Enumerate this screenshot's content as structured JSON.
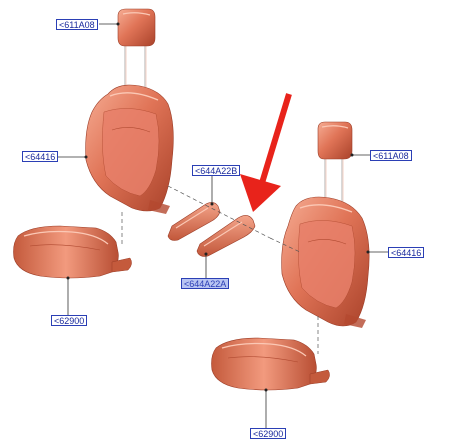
{
  "callouts": [
    {
      "id": "headrest-left",
      "text": "<611A08",
      "highlighted": false
    },
    {
      "id": "backrest-left",
      "text": "<64416",
      "highlighted": false
    },
    {
      "id": "cushion-left",
      "text": "<62900",
      "highlighted": false
    },
    {
      "id": "armrest-b",
      "text": "<644A22B",
      "highlighted": false
    },
    {
      "id": "armrest-a",
      "text": "<644A22A",
      "highlighted": true
    },
    {
      "id": "headrest-right",
      "text": "<611A08",
      "highlighted": false
    },
    {
      "id": "backrest-right",
      "text": "<64416",
      "highlighted": false
    },
    {
      "id": "cushion-right",
      "text": "<62900",
      "highlighted": false
    }
  ],
  "colors": {
    "seat": "#e07457",
    "seat_dark": "#b4492f",
    "seat_light": "#f6ad94",
    "callout_border": "#2b3fb5",
    "callout_highlight": "#b8c4f2",
    "arrow": "#e8231b"
  }
}
